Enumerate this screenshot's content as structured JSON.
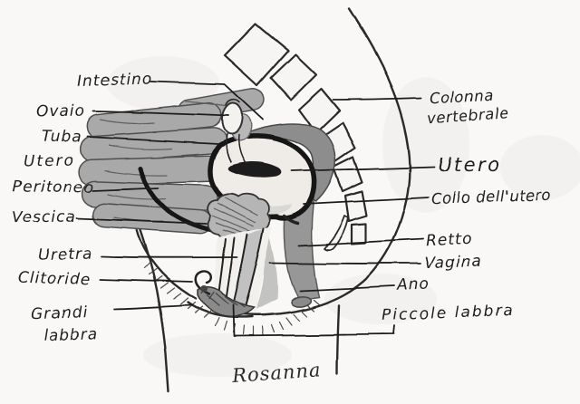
{
  "labels": {
    "intestino": "Intestino",
    "ovaio": "Ovaio",
    "tuba": "Tuba",
    "utero_left": "Utero",
    "peritoneo": "Peritoneo",
    "vescica": "Vescica",
    "uretra": "Uretra",
    "clitoride": "Clitoride",
    "grandi_labbra_line1": "Grandi",
    "grandi_labbra_line2": "labbra",
    "colonna_line1": "Colonna",
    "colonna_line2": "vertebrale",
    "utero_right": "Utero",
    "collo_utero": "Collo dell'utero",
    "retto": "Retto",
    "vagina": "Vagina",
    "ano": "Ano",
    "piccole_labbra": "Piccole labbra"
  },
  "signature": "Rosanna",
  "palette": {
    "paper": "#f9f8f6",
    "ink": "#1f1f1f",
    "line": "#2a2a2a",
    "gut": "#a9a9a9",
    "gut_dark": "#8d8d8d",
    "organ_light": "#efece8",
    "bladder": "#b5b5b5",
    "dark_fill": "#6f6f6f",
    "bone": "#f6f5f3"
  }
}
